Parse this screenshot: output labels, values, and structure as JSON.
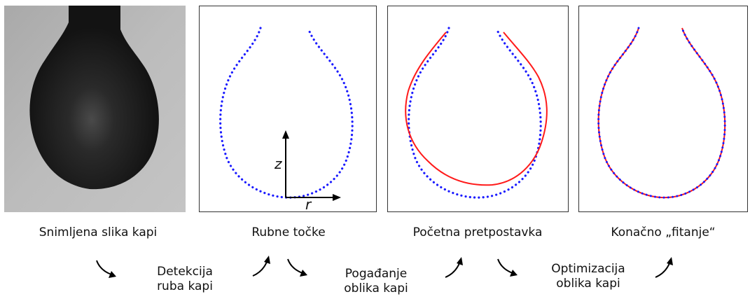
{
  "panels": [
    {
      "caption": "Snimljena slika kapi"
    },
    {
      "caption": "Rubne točke",
      "axis_z": "z",
      "axis_r": "r"
    },
    {
      "caption": "Početna pretpostavka"
    },
    {
      "caption": "Konačno „fitanje“"
    }
  ],
  "steps": [
    {
      "line1": "Detekcija",
      "line2": "ruba kapi"
    },
    {
      "line1": "Pogađanje",
      "line2": "oblika kapi"
    },
    {
      "line1": "Optimizacija",
      "line2": "oblika kapi"
    }
  ],
  "colors": {
    "edge_points": "#1a1aff",
    "fit_curve": "#ff1a1a",
    "drop_dark": "#141414",
    "background_gray": "#b6b6b6",
    "frame": "#333333"
  },
  "icons": [
    "curved-arrow-down-icon",
    "curved-arrow-up-icon"
  ]
}
